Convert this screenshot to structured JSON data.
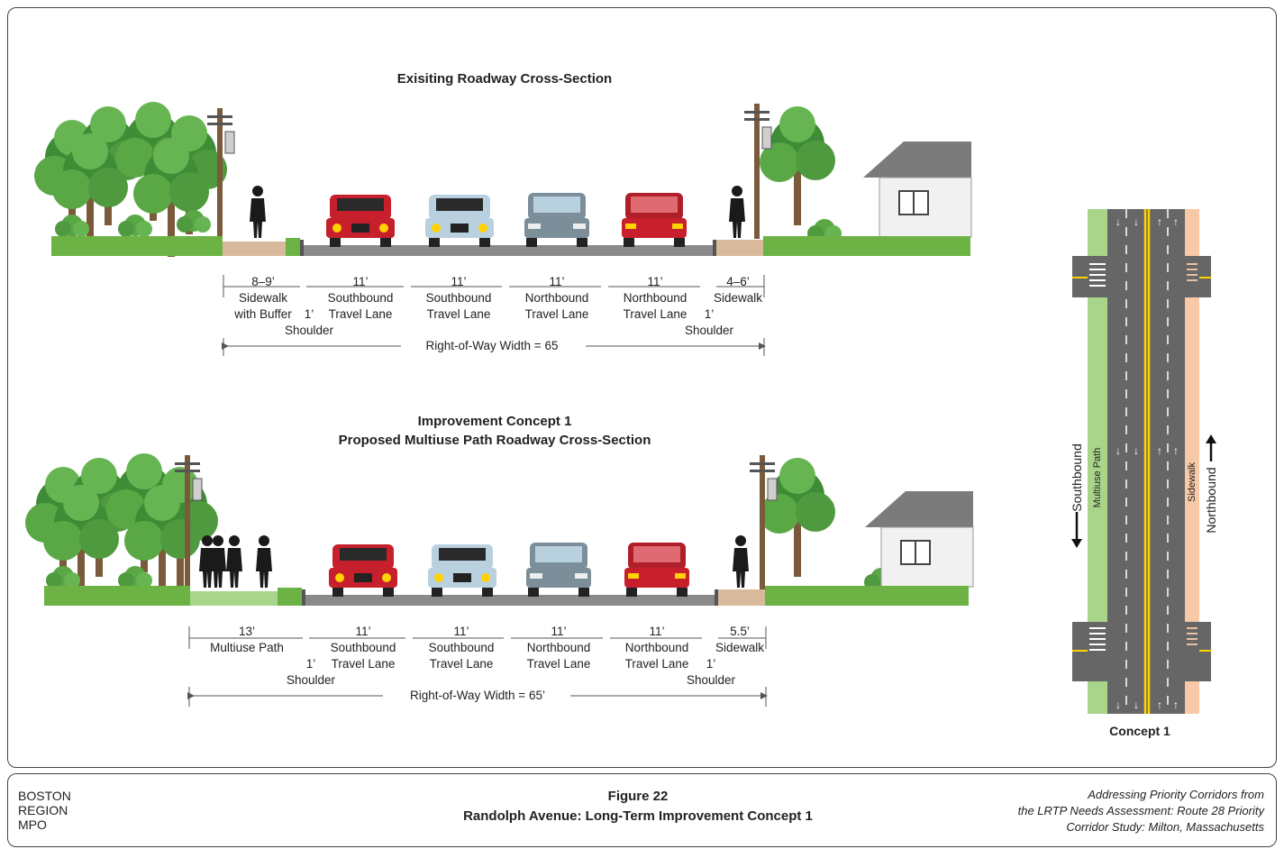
{
  "existing": {
    "title": "Exisiting Roadway Cross-Section",
    "labels": [
      {
        "top": "8–9’",
        "mid": "Sidewalk",
        "bot": "with Buffer"
      },
      {
        "top": "1’",
        "bot": "Shoulder"
      },
      {
        "top": "11’",
        "mid": "Southbound",
        "bot": "Travel Lane"
      },
      {
        "top": "11’",
        "mid": "Southbound",
        "bot": "Travel Lane"
      },
      {
        "top": "11’",
        "mid": "Northbound",
        "bot": "Travel Lane"
      },
      {
        "top": "11’",
        "mid": "Northbound",
        "bot": "Travel Lane"
      },
      {
        "top": "1’",
        "bot": "Shoulder"
      },
      {
        "top": "4–6’",
        "mid": "Sidewalk"
      }
    ],
    "row_label": "Right-of-Way Width = 65"
  },
  "proposed": {
    "title_line1": "Improvement Concept 1",
    "title_line2": "Proposed Multiuse Path Roadway Cross-Section",
    "labels": [
      {
        "top": "13’",
        "mid": "Multiuse Path"
      },
      {
        "top": "1’",
        "bot": "Shoulder"
      },
      {
        "top": "11’",
        "mid": "Southbound",
        "bot": "Travel Lane"
      },
      {
        "top": "11’",
        "mid": "Southbound",
        "bot": "Travel Lane"
      },
      {
        "top": "11’",
        "mid": "Northbound",
        "bot": "Travel Lane"
      },
      {
        "top": "11’",
        "mid": "Northbound",
        "bot": "Travel Lane"
      },
      {
        "top": "1’",
        "bot": "Shoulder"
      },
      {
        "top": "5.5’",
        "mid": "Sidewalk"
      }
    ],
    "row_label": "Right-of-Way Width = 65’"
  },
  "plan": {
    "path_label": "Multiuse Path",
    "sidewalk_label": "Sidewalk",
    "southbound": "Southbound",
    "northbound": "Northbound",
    "caption": "Concept 1"
  },
  "footer": {
    "org_line1": "BOSTON",
    "org_line2": "REGION",
    "org_line3": "MPO",
    "figure": "Figure 22",
    "figure_title": "Randolph Avenue: Long-Term Improvement Concept 1",
    "study_line1": "Addressing Priority Corridors from",
    "study_line2": "the LRTP Needs Assessment: Route 28 Priority",
    "study_line3": "Corridor Study: Milton, Massachusetts"
  },
  "colors": {
    "grass": "#6db244",
    "sidewalk": "#d9b99b",
    "path_green": "#a8d58a",
    "sidewalk_peach": "#f7c9a7",
    "road": "#8a8a8a",
    "car_red": "#c7202c",
    "car_blue": "#a9c4d6",
    "car_gray": "#7b8e9a",
    "tree_green": "#4e9a3c"
  }
}
